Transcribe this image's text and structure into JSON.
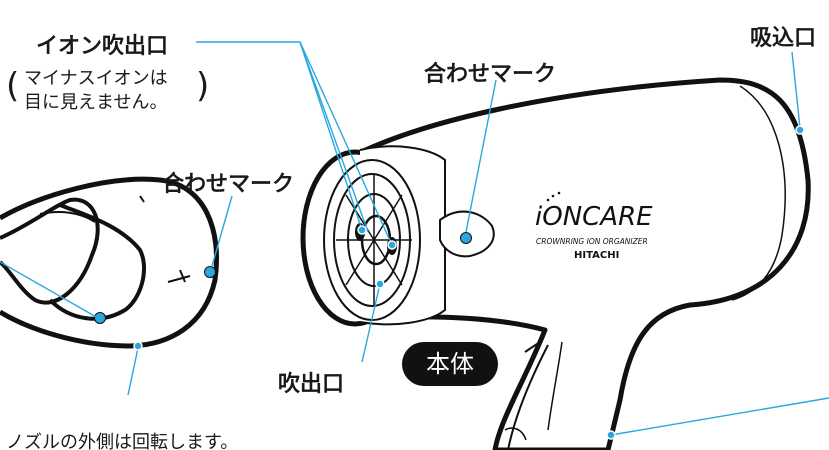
{
  "labels": {
    "ion_outlet": "イオン吹出口",
    "ion_note_line1": "マイナスイオンは",
    "ion_note_line2": "目に見えません。",
    "align_mark_body": "合わせマーク",
    "align_mark_nozzle": "合わせマーク",
    "intake": "吸込口",
    "outlet": "吹出口",
    "body_badge": "本体",
    "nozzle_note": "ノズルの外側は回転します。"
  },
  "brand": {
    "logo": "iONCARE",
    "sub": "CROWNRING ION ORGANIZER",
    "maker": "HITACHI"
  },
  "colors": {
    "leader": "#2aa7df",
    "outline": "#111111",
    "badge_bg": "#111111",
    "badge_text": "#ffffff"
  }
}
